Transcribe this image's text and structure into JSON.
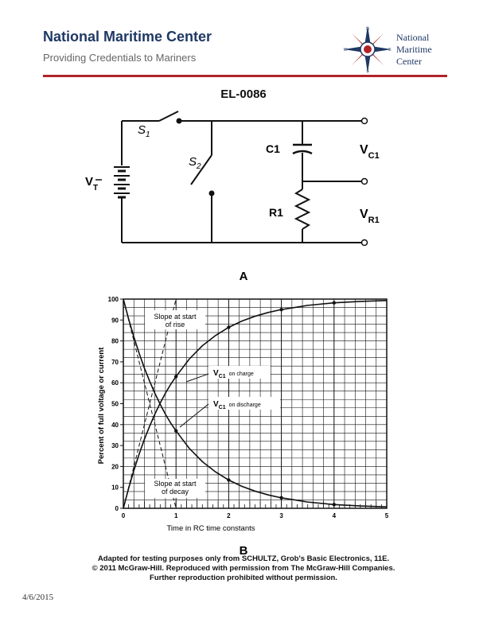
{
  "header": {
    "title": "National Maritime Center",
    "subtitle": "Providing Credentials to Mariners",
    "logo_lines": [
      "National",
      "Maritime",
      "Center"
    ],
    "logo_icon": "compass-rose-icon",
    "logo_compass_letters": [
      "N",
      "S",
      "E",
      "W"
    ],
    "rule_color": "#b0232a",
    "brand_color": "#1f3864"
  },
  "document": {
    "code": "EL-0086",
    "footer_lines": [
      "Adapted for testing purposes only from SCHULTZ, Grob's Basic Electronics, 11E.",
      "© 2011 McGraw-Hill. Reproduced with permission from The McGraw-Hill Companies.",
      "Further reproduction prohibited without permission."
    ],
    "date": "4/6/2015"
  },
  "figure_a": {
    "caption": "A",
    "labels": {
      "s1": "S",
      "s1_sub": "1",
      "s2": "S",
      "s2_sub": "2",
      "vt": "V",
      "vt_sub": "T",
      "c1": "C1",
      "r1": "R1",
      "vc1": "V",
      "vc1_sub": "C1",
      "vr1": "V",
      "vr1_sub": "R1"
    }
  },
  "figure_b": {
    "caption": "B"
  },
  "chart_data": {
    "type": "line",
    "title": "",
    "xlabel": "Time in RC time constants",
    "ylabel": "Percent of full voltage or current",
    "xlim": [
      0,
      5
    ],
    "ylim": [
      0,
      100
    ],
    "x_ticks": [
      0,
      1,
      2,
      3,
      4,
      5
    ],
    "y_ticks": [
      0,
      10,
      20,
      30,
      40,
      50,
      60,
      70,
      80,
      90,
      100
    ],
    "grid": true,
    "series": [
      {
        "name": "VC1 on charge",
        "x": [
          0,
          0.1,
          0.2,
          0.3,
          0.4,
          0.5,
          0.6,
          0.7,
          0.8,
          0.9,
          1.0,
          1.25,
          1.5,
          1.75,
          2.0,
          2.25,
          2.5,
          2.75,
          3.0,
          3.5,
          4.0,
          4.5,
          5.0
        ],
        "values": [
          0,
          9.5,
          18.1,
          25.9,
          33,
          39.3,
          45.1,
          50.3,
          55.1,
          59.3,
          63,
          71.3,
          77.7,
          82.6,
          86.5,
          89.5,
          91.8,
          93.6,
          95,
          97,
          98.2,
          98.9,
          99.3
        ]
      },
      {
        "name": "VC1 on discharge",
        "x": [
          0,
          0.1,
          0.2,
          0.3,
          0.4,
          0.5,
          0.6,
          0.7,
          0.8,
          0.9,
          1.0,
          1.25,
          1.5,
          1.75,
          2.0,
          2.25,
          2.5,
          2.75,
          3.0,
          3.5,
          4.0,
          4.5,
          5.0
        ],
        "values": [
          100,
          90.5,
          81.9,
          74.1,
          67,
          60.7,
          54.9,
          49.7,
          44.9,
          40.7,
          37,
          28.7,
          22.3,
          17.4,
          13.5,
          10.5,
          8.2,
          6.4,
          5,
          3,
          1.8,
          1.1,
          0.7
        ]
      }
    ],
    "marked_points": {
      "charge": [
        [
          1,
          63
        ],
        [
          2,
          86.5
        ],
        [
          3,
          95
        ],
        [
          4,
          98.2
        ]
      ],
      "discharge": [
        [
          1,
          37
        ],
        [
          2,
          13.5
        ],
        [
          3,
          5
        ],
        [
          4,
          1.8
        ]
      ]
    },
    "annotations": {
      "rise": "Slope at start of rise",
      "decay": "Slope at start of decay",
      "charge_label_main": "V",
      "charge_label_sub": "C1",
      "charge_label_rest": "on charge",
      "discharge_label_main": "V",
      "discharge_label_sub": "C1",
      "discharge_label_rest": "on discharge"
    }
  }
}
